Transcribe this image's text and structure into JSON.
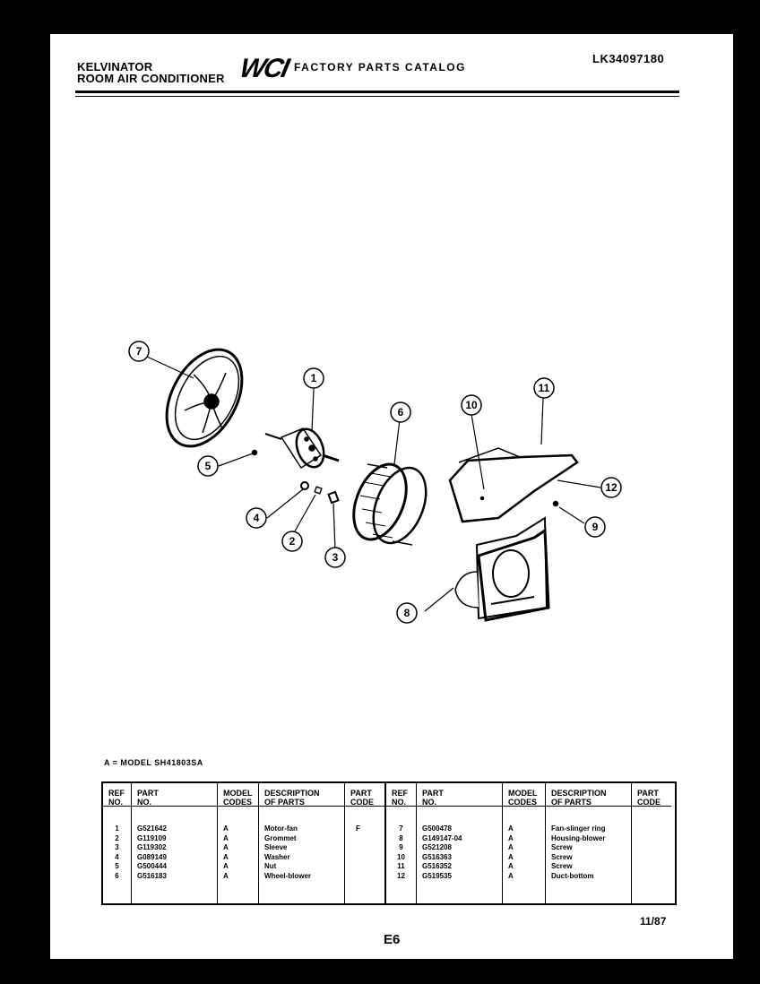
{
  "header": {
    "brand_line1": "KELVINATOR",
    "brand_line2": "ROOM AIR CONDITIONER",
    "logo": "WCI",
    "catalog_title": "FACTORY PARTS CATALOG",
    "catalog_code": "LK34097180"
  },
  "callouts": [
    "7",
    "1",
    "6",
    "10",
    "11",
    "5",
    "12",
    "4",
    "2",
    "3",
    "9",
    "8"
  ],
  "model_note": "A = MODEL SH41803SA",
  "table": {
    "headers": {
      "ref": [
        "REF",
        "NO."
      ],
      "part": [
        "PART",
        "NO."
      ],
      "model": [
        "MODEL",
        "CODES"
      ],
      "desc": [
        "DESCRIPTION",
        "OF PARTS"
      ],
      "code": [
        "PART",
        "CODE"
      ]
    },
    "left": [
      {
        "ref": "1",
        "part": "G521642",
        "model": "A",
        "desc": "Motor-fan",
        "code": "F"
      },
      {
        "ref": "2",
        "part": "G119109",
        "model": "A",
        "desc": "Grommet",
        "code": ""
      },
      {
        "ref": "3",
        "part": "G119302",
        "model": "A",
        "desc": "Sleeve",
        "code": ""
      },
      {
        "ref": "4",
        "part": "G089149",
        "model": "A",
        "desc": "Washer",
        "code": ""
      },
      {
        "ref": "5",
        "part": "G500444",
        "model": "A",
        "desc": "Nut",
        "code": ""
      },
      {
        "ref": "6",
        "part": "G516183",
        "model": "A",
        "desc": "Wheel-blower",
        "code": ""
      }
    ],
    "right": [
      {
        "ref": "7",
        "part": "G500478",
        "model": "A",
        "desc": "Fan-slinger ring",
        "code": ""
      },
      {
        "ref": "8",
        "part": "G149147-04",
        "model": "A",
        "desc": "Housing-blower",
        "code": ""
      },
      {
        "ref": "9",
        "part": "G521208",
        "model": "A",
        "desc": "Screw",
        "code": ""
      },
      {
        "ref": "10",
        "part": "G516363",
        "model": "A",
        "desc": "Screw",
        "code": ""
      },
      {
        "ref": "11",
        "part": "G516352",
        "model": "A",
        "desc": "Screw",
        "code": ""
      },
      {
        "ref": "12",
        "part": "G519535",
        "model": "A",
        "desc": "Duct-bottom",
        "code": ""
      }
    ]
  },
  "footer": {
    "date": "11/87",
    "page": "E6"
  }
}
